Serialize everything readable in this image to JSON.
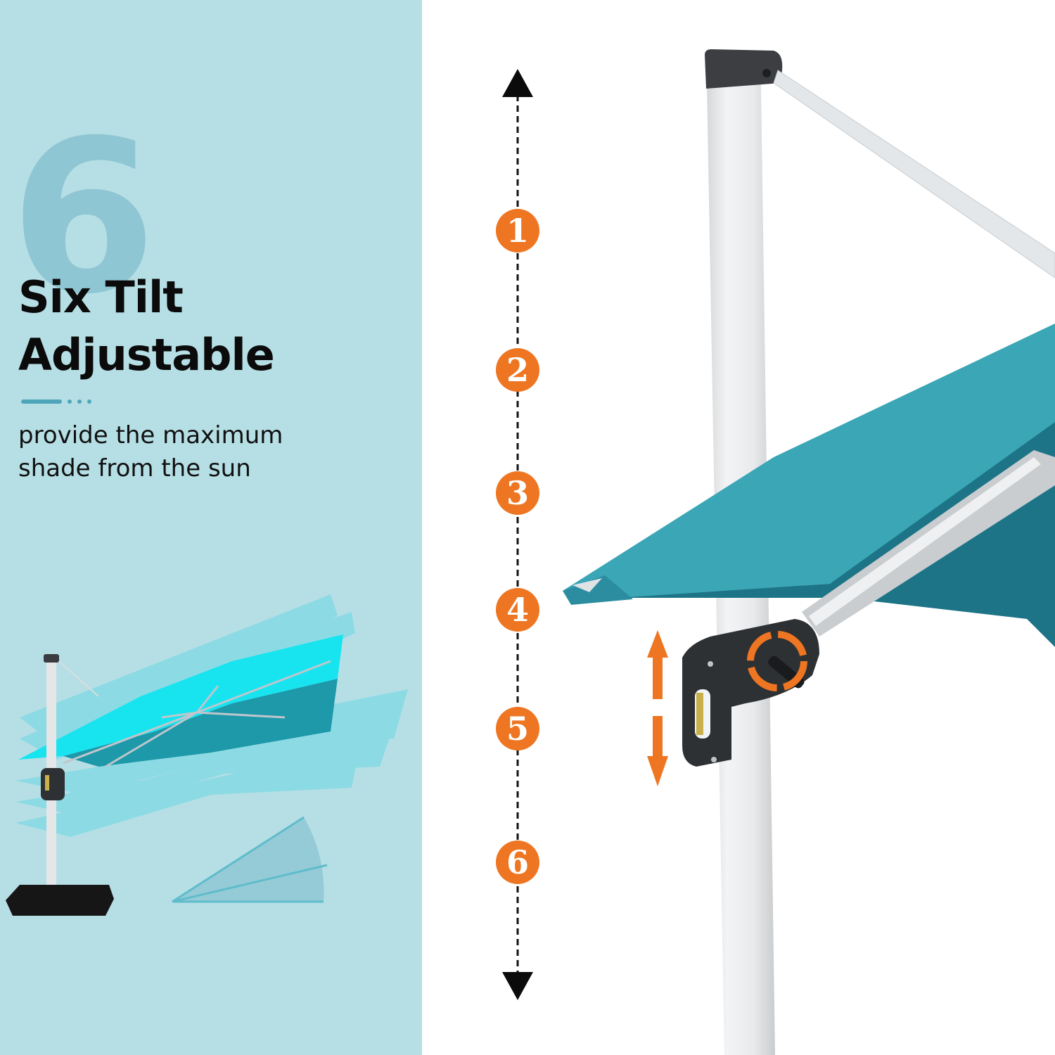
{
  "feature": {
    "number_watermark": "6",
    "title_line1": "Six Tilt",
    "title_line2": "Adjustable",
    "description_line1": "provide the maximum",
    "description_line2": "shade from the sun"
  },
  "height_scale": {
    "steps": [
      "1",
      "2",
      "3",
      "4",
      "5",
      "6"
    ],
    "top_arrow_icon": "arrow-up-icon",
    "bottom_arrow_icon": "arrow-down-icon"
  },
  "colors": {
    "panel_background": "#b6dfe5",
    "watermark": "#8fc6d3",
    "accent_line": "#4fa6bb",
    "step_badge": "#ee7622",
    "canopy": "#2b98a8",
    "canopy_dark": "#1d7487",
    "pole": "#e3e6e8",
    "handle": "#2e3134"
  }
}
